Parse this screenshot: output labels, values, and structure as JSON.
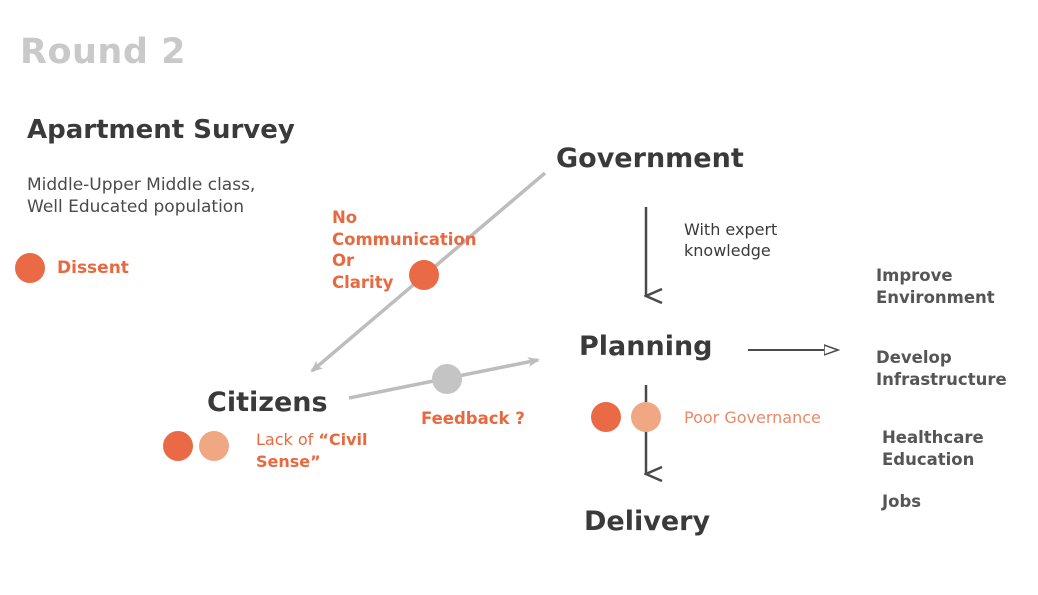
{
  "header": {
    "round_label": "Round 2"
  },
  "survey": {
    "title": "Apartment Survey",
    "description_line1": "Middle-Upper Middle class,",
    "description_line2": "Well Educated population"
  },
  "legend": {
    "dissent_label": "Dissent"
  },
  "nodes": {
    "government": "Government",
    "citizens": "Citizens",
    "planning": "Planning",
    "delivery": "Delivery"
  },
  "annotations": {
    "no_communication": [
      "No",
      "Communication",
      "Or",
      "Clarity"
    ],
    "with_expert": [
      "With expert",
      "knowledge"
    ],
    "feedback": "Feedback ?",
    "lack_of_prefix": "Lack of ",
    "lack_of_bold_1": "“Civil",
    "lack_of_bold_2": "Sense”",
    "poor_governance": "Poor Governance"
  },
  "outcomes": {
    "improve": [
      "Improve",
      "Environment"
    ],
    "develop": [
      "Develop",
      "Infrastructure"
    ],
    "healthcare": [
      "Healthcare",
      "Education"
    ],
    "jobs": "Jobs"
  },
  "colors": {
    "dissent_orange": "#ea6a45",
    "light_peach": "#f0a882",
    "neutral_gray": "#c4c4c4",
    "title_gray": "#c9c9c9",
    "arrow_dark": "#4a4a4a",
    "arrow_light": "#bdbdbd"
  }
}
